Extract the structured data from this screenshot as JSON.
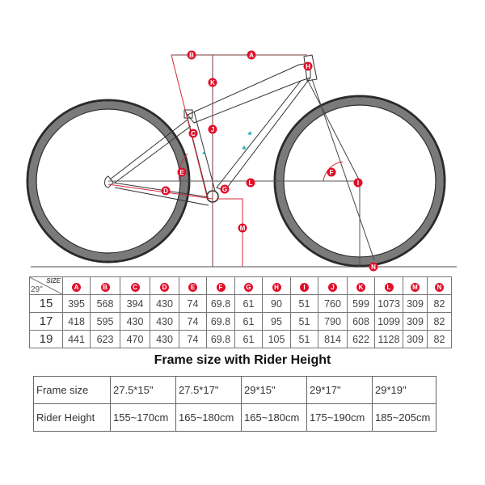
{
  "colors": {
    "accent": "#e0102a",
    "dimension_line": "#d42a3a",
    "frame_line": "#333333",
    "tire_dark": "#2b2b2b",
    "tire_mid": "#7a7a7a",
    "ground": "#8a8a8a",
    "cable_marks": "#2aa9b5"
  },
  "diagram": {
    "labels": [
      "A",
      "B",
      "C",
      "D",
      "E",
      "F",
      "G",
      "H",
      "I",
      "J",
      "K",
      "L",
      "M",
      "N"
    ]
  },
  "geometry_table": {
    "corner_top": "SIZE",
    "corner_bottom": "29\"",
    "columns": [
      "A",
      "B",
      "C",
      "D",
      "E",
      "F",
      "G",
      "H",
      "I",
      "J",
      "K",
      "L",
      "M",
      "N"
    ],
    "rows": [
      {
        "size": "15",
        "values": [
          "395",
          "568",
          "394",
          "430",
          "74",
          "69.8",
          "61",
          "90",
          "51",
          "760",
          "599",
          "1073",
          "309",
          "82"
        ]
      },
      {
        "size": "17",
        "values": [
          "418",
          "595",
          "430",
          "430",
          "74",
          "69.8",
          "61",
          "95",
          "51",
          "790",
          "608",
          "1099",
          "309",
          "82"
        ]
      },
      {
        "size": "19",
        "values": [
          "441",
          "623",
          "470",
          "430",
          "74",
          "69.8",
          "61",
          "105",
          "51",
          "814",
          "622",
          "1128",
          "309",
          "82"
        ]
      }
    ]
  },
  "rider_section": {
    "title": "Frame size with Rider Height",
    "rows": [
      {
        "label": "Frame size",
        "values": [
          "27.5*15\"",
          "27.5*17\"",
          "29*15\"",
          "29*17\"",
          "29*19\""
        ]
      },
      {
        "label": "Rider Height",
        "values": [
          "155~170cm",
          "165~180cm",
          "165~180cm",
          "175~190cm",
          "185~205cm"
        ]
      }
    ]
  }
}
